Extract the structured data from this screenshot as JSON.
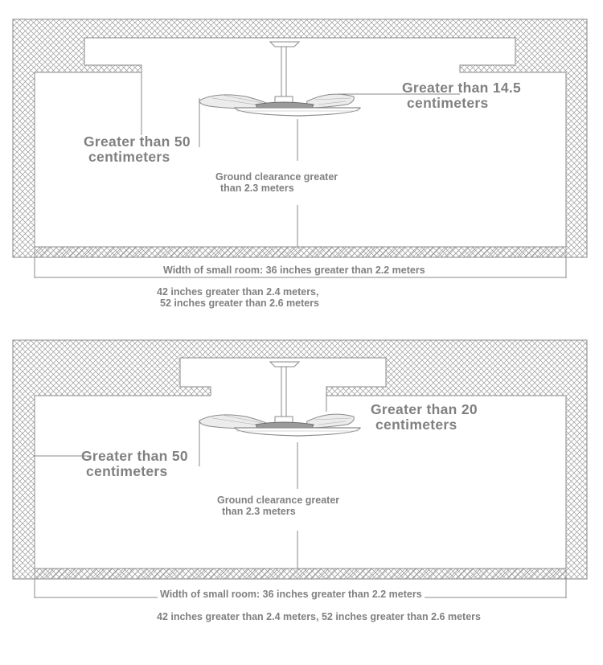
{
  "colors": {
    "line": "#8a8a8a",
    "text": "#808080",
    "fan": "#9a9a9a"
  },
  "diagrams": [
    {
      "side_clearance": [
        "Greater than 50",
        "centimeters"
      ],
      "ceiling_clearance": [
        "Greater than 14.5",
        "centimeters"
      ],
      "ground_clearance": [
        "Ground clearance greater",
        "than 2.3 meters"
      ],
      "width_note": "Width of small room: 36 inches greater than 2.2 meters",
      "size_notes": [
        "42 inches greater than 2.4 meters,",
        "52 inches greater than 2.6 meters"
      ]
    },
    {
      "side_clearance": [
        "Greater than 50",
        "centimeters"
      ],
      "ceiling_clearance": [
        "Greater than 20",
        "centimeters"
      ],
      "ground_clearance": [
        "Ground clearance greater",
        "than 2.3 meters"
      ],
      "width_note": "Width of small room: 36 inches greater than 2.2 meters",
      "size_notes": [
        "42 inches greater than 2.4 meters, 52 inches greater than 2.6 meters"
      ]
    }
  ]
}
